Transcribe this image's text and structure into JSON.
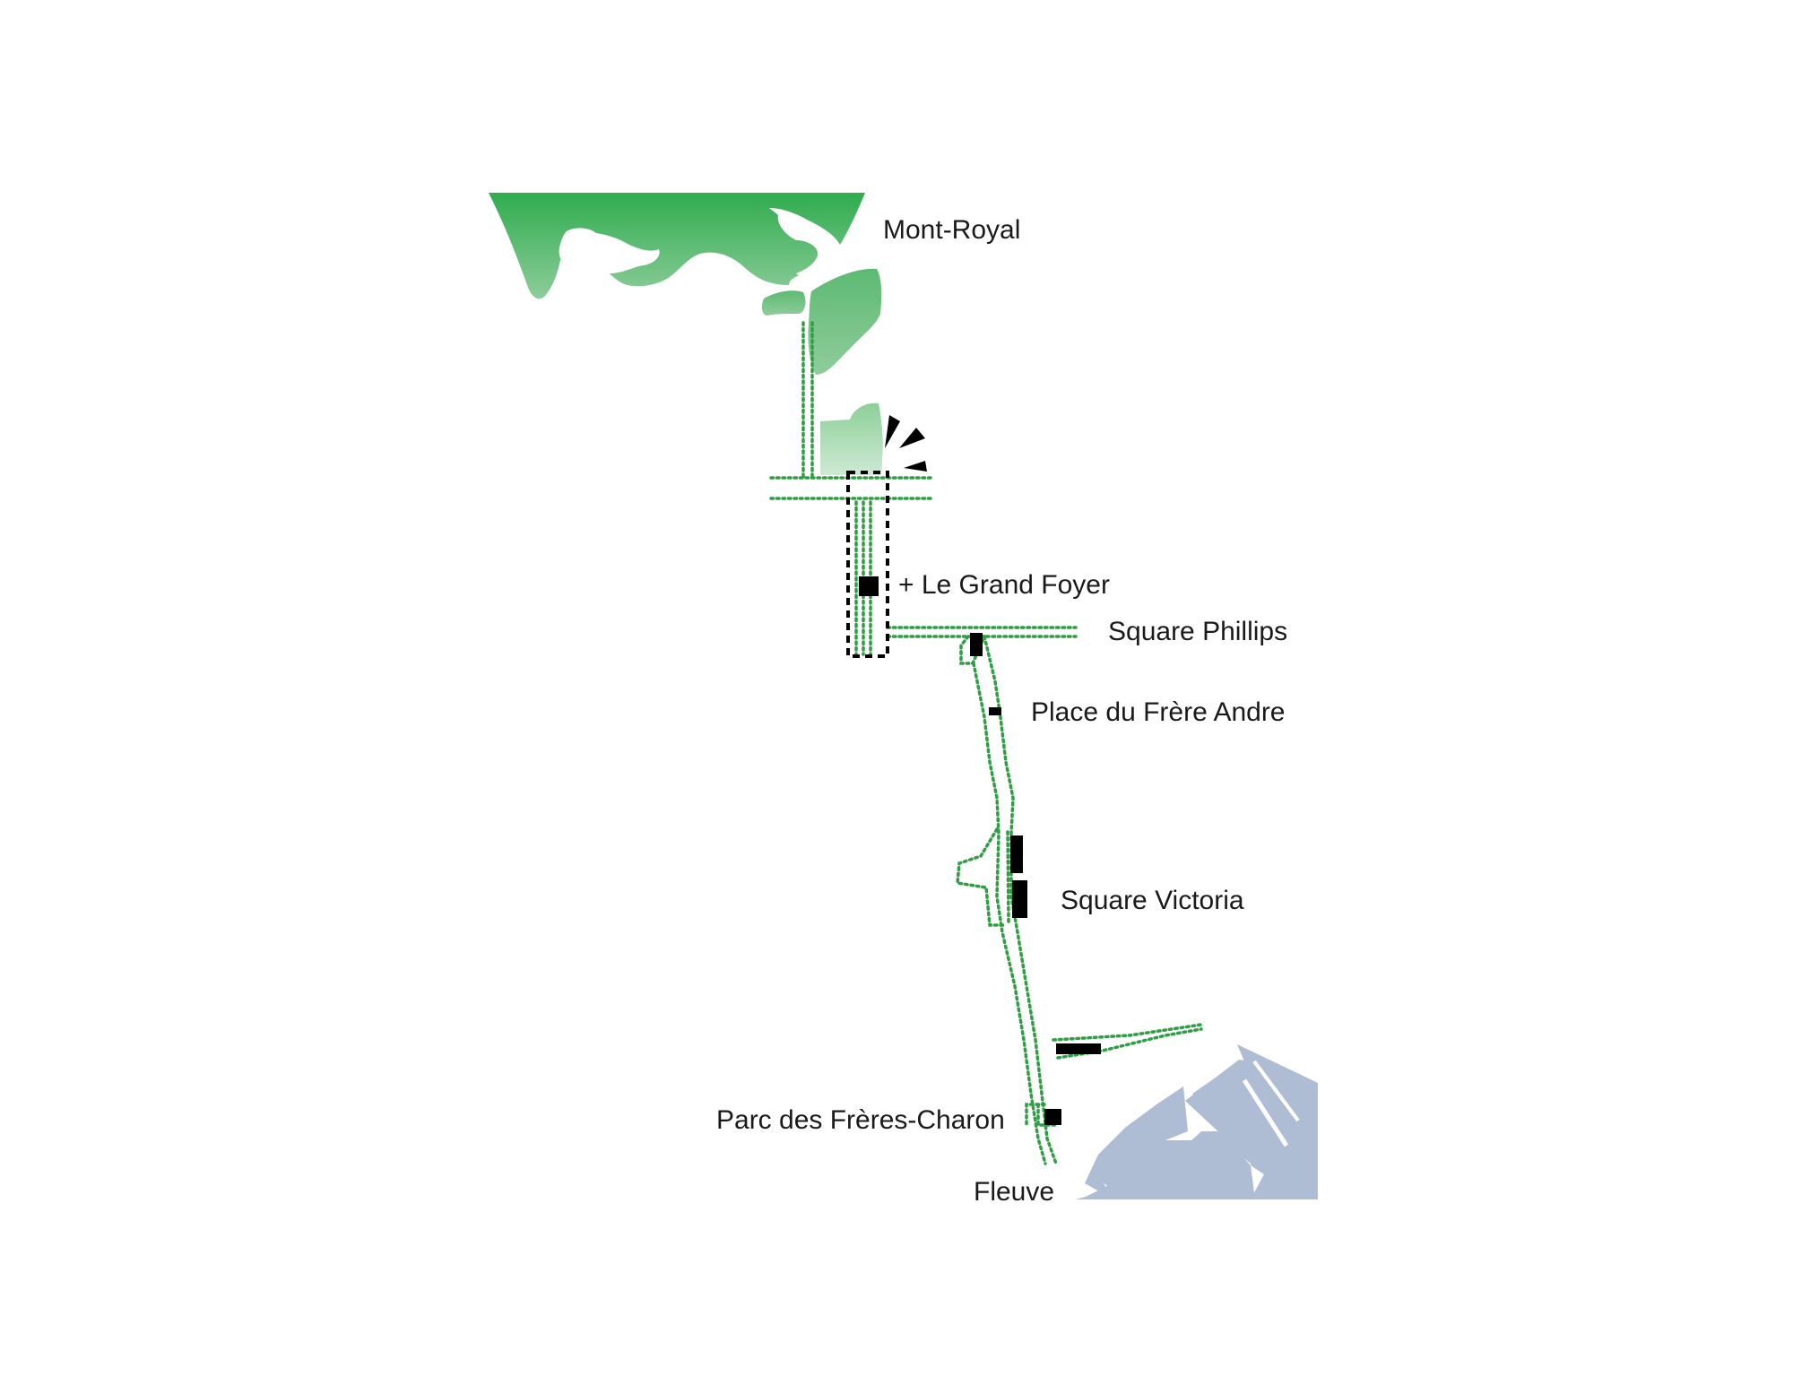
{
  "colors": {
    "park_dark": "#2fac4e",
    "park_light": "#a9d9b2",
    "route": "#2f9e44",
    "water": "#aebcd4",
    "building": "#000000"
  },
  "labels": {
    "mont_royal": "Mont-Royal",
    "grand_foyer": "+ Le Grand Foyer",
    "square_phillips": "Square Phillips",
    "place_frere_andre": "Place du Frère Andre",
    "square_victoria": "Square Victoria",
    "parc_freres_charon": "Parc des Frères-Charon",
    "fleuve": "Fleuve"
  }
}
